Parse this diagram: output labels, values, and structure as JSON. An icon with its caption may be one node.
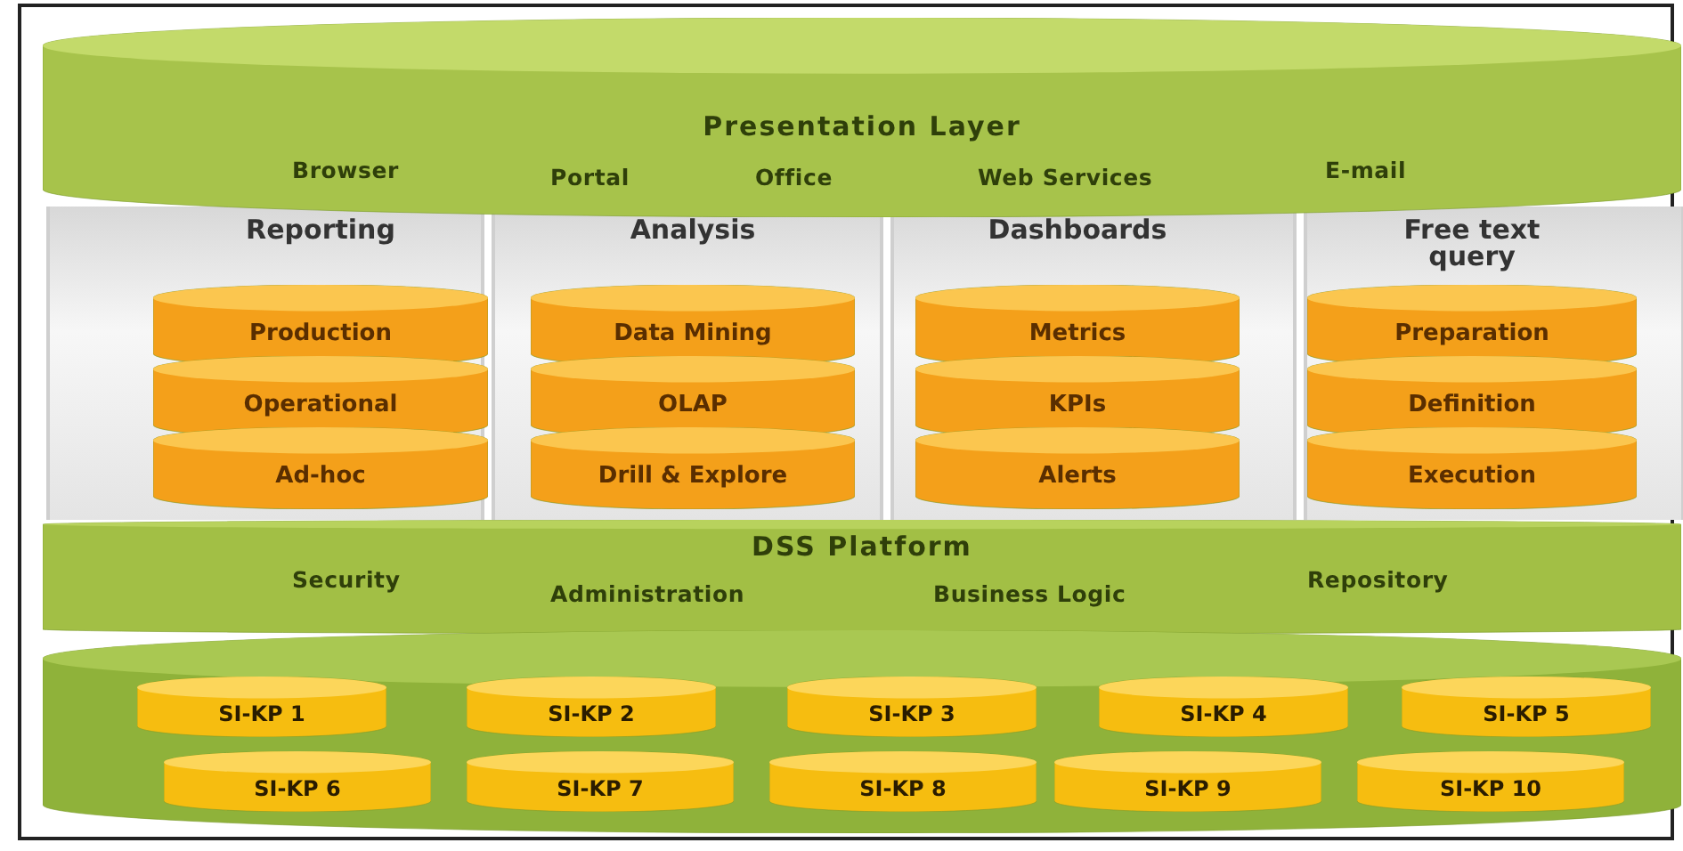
{
  "diagram": {
    "nodes": [
      {
        "text": [
          "Presentation Layer",
          "Browser",
          "Portal",
          "Office",
          "Web Services",
          "E-mail"
        ]
      },
      {
        "text": [
          "Reporting"
        ]
      },
      {
        "text": [
          "Production"
        ],
        "in": 1
      },
      {
        "text": [
          "Operational"
        ],
        "in": 1
      },
      {
        "text": [
          "Ad-hoc"
        ],
        "in": 1
      },
      {
        "text": [
          "Analysis"
        ]
      },
      {
        "text": [
          "Data Mining"
        ],
        "in": 5
      },
      {
        "text": [
          "OLAP"
        ],
        "in": 5
      },
      {
        "text": [
          "Drill & Explore"
        ],
        "in": 5
      },
      {
        "text": [
          "Dashboards"
        ]
      },
      {
        "text": [
          "Metrics"
        ],
        "in": 9
      },
      {
        "text": [
          "KPIs"
        ],
        "in": 9
      },
      {
        "text": [
          "Alerts"
        ],
        "in": 9
      },
      {
        "text": [
          "Free text query"
        ]
      },
      {
        "text": [
          "Preparation"
        ],
        "in": 13
      },
      {
        "text": [
          "Definition"
        ],
        "in": 13
      },
      {
        "text": [
          "Execution"
        ],
        "in": 13
      },
      {
        "text": [
          "DSS Platform",
          "Security",
          "Administration",
          "Business Logic",
          "Repository"
        ]
      },
      {
        "text": [],
        "shape": "cylinder"
      },
      {
        "text": [
          "SI-KP 1"
        ],
        "in": 18
      },
      {
        "text": [
          "SI-KP 2"
        ],
        "in": 18
      },
      {
        "text": [
          "SI-KP 3"
        ],
        "in": 18
      },
      {
        "text": [
          "SI-KP 4"
        ],
        "in": 18
      },
      {
        "text": [
          "SI-KP 5"
        ],
        "in": 18
      },
      {
        "text": [
          "SI-KP 6"
        ],
        "in": 18
      },
      {
        "text": [
          "SI-KP 7"
        ],
        "in": 18
      },
      {
        "text": [
          "SI-KP 8"
        ],
        "in": 18
      },
      {
        "text": [
          "SI-KP 9"
        ],
        "in": 18
      },
      {
        "text": [
          "SI-KP 10"
        ],
        "in": 18
      }
    ]
  }
}
